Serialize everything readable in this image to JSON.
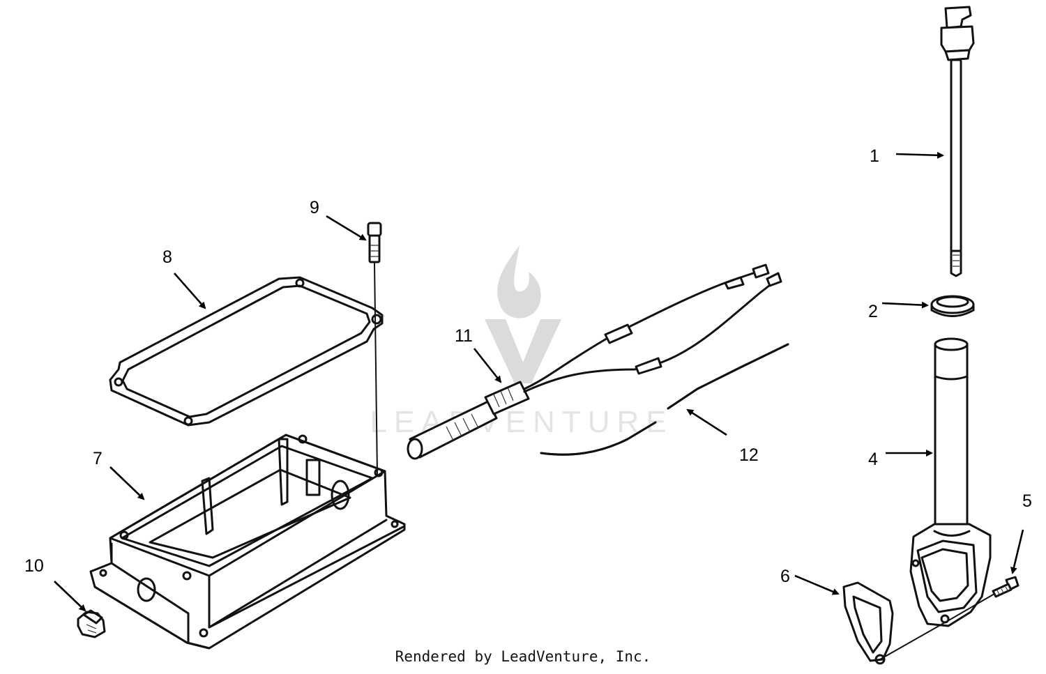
{
  "diagram": {
    "callouts": [
      {
        "id": "1",
        "label": "1"
      },
      {
        "id": "2",
        "label": "2"
      },
      {
        "id": "4",
        "label": "4"
      },
      {
        "id": "5",
        "label": "5"
      },
      {
        "id": "6",
        "label": "6"
      },
      {
        "id": "7",
        "label": "7"
      },
      {
        "id": "8",
        "label": "8"
      },
      {
        "id": "9",
        "label": "9"
      },
      {
        "id": "10",
        "label": "10"
      },
      {
        "id": "11",
        "label": "11"
      },
      {
        "id": "12",
        "label": "12"
      }
    ],
    "watermark": "LEADVENTURE",
    "credit": "Rendered by LeadVenture, Inc."
  },
  "colors": {
    "line": "#111111",
    "background": "#ffffff",
    "watermark": "#dddddd"
  }
}
